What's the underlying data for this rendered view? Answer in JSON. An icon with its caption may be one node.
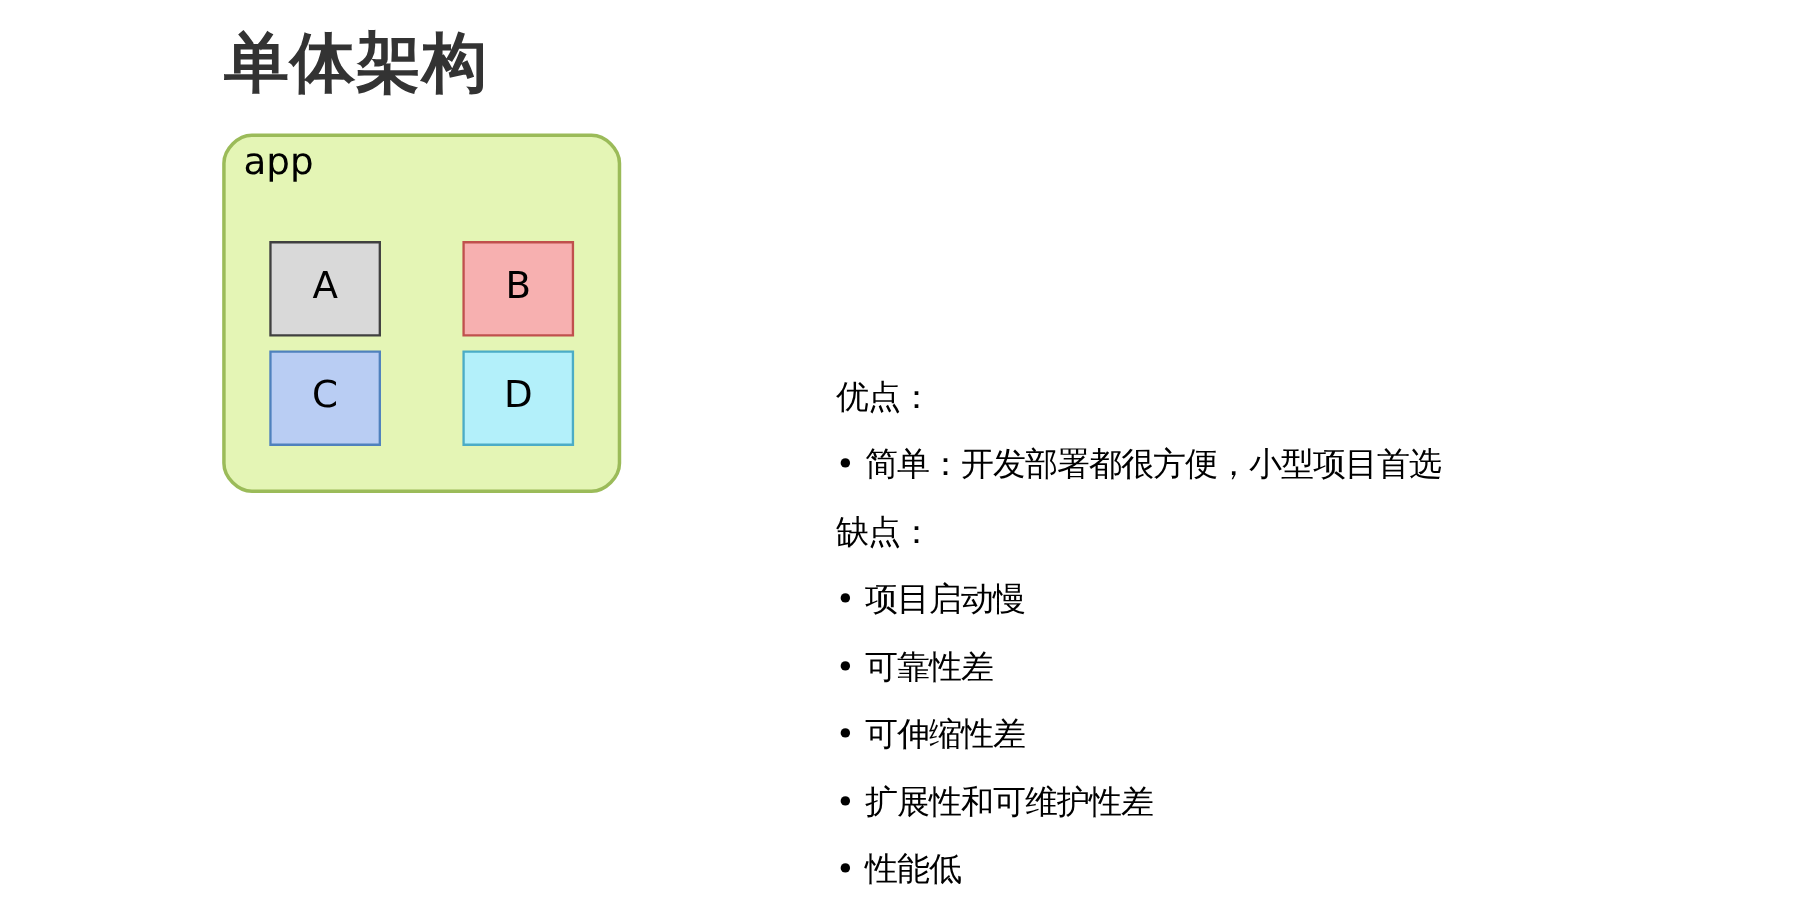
{
  "diagram": {
    "title": "单体架构",
    "nodes": [
      {
        "text": [
          "app"
        ]
      },
      {
        "text": [
          "A"
        ],
        "in": 0
      },
      {
        "text": [
          "B"
        ],
        "in": 0
      },
      {
        "text": [
          "C"
        ],
        "in": 0
      },
      {
        "text": [
          "D"
        ],
        "in": 0
      }
    ],
    "edges": [],
    "labels": [
      "优点：",
      "• 简单：开发部署都很方便，小型项目首选",
      "缺点：",
      "• 项目启动慢",
      "• 可靠性差",
      "• 可伸缩性差",
      "• 扩展性和可维护性差",
      "• 性能低"
    ]
  }
}
